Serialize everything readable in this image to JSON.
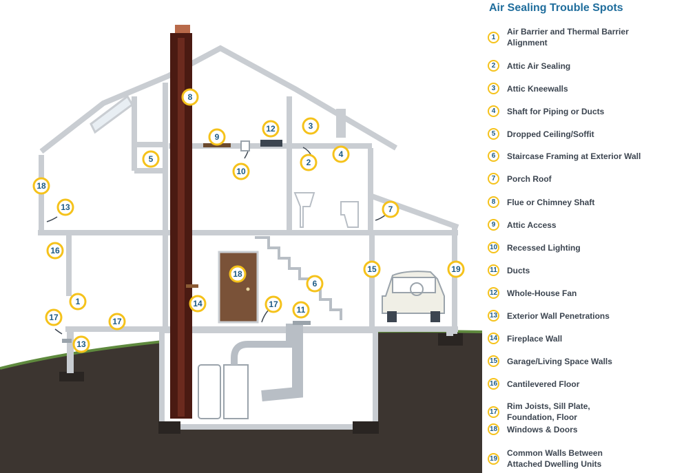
{
  "legend": {
    "title": "Air Sealing Trouble Spots",
    "items": [
      {
        "num": "1",
        "label": "Air Barrier and Thermal Barrier Alignment"
      },
      {
        "num": "2",
        "label": "Attic Air Sealing"
      },
      {
        "num": "3",
        "label": "Attic Kneewalls"
      },
      {
        "num": "4",
        "label": "Shaft for Piping or Ducts"
      },
      {
        "num": "5",
        "label": "Dropped Ceiling/Soffit"
      },
      {
        "num": "6",
        "label": "Staircase Framing at Exterior Wall"
      },
      {
        "num": "7",
        "label": "Porch Roof"
      },
      {
        "num": "8",
        "label": "Flue or Chimney Shaft"
      },
      {
        "num": "9",
        "label": "Attic Access"
      },
      {
        "num": "10",
        "label": "Recessed Lighting"
      },
      {
        "num": "11",
        "label": "Ducts"
      },
      {
        "num": "12",
        "label": "Whole-House Fan"
      },
      {
        "num": "13",
        "label": "Exterior Wall Penetrations"
      },
      {
        "num": "14",
        "label": "Fireplace Wall"
      },
      {
        "num": "15",
        "label": "Garage/Living Space Walls"
      },
      {
        "num": "16",
        "label": "Cantilevered Floor"
      },
      {
        "num": "17",
        "label": "Rim Joists, Sill Plate, Foundation, Floor"
      },
      {
        "num": "18",
        "label": "Windows & Doors"
      },
      {
        "num": "19",
        "label": "Common Walls Between Attached Dwelling Units"
      }
    ]
  },
  "callouts": [
    "8",
    "9",
    "12",
    "3",
    "5",
    "10",
    "2",
    "4",
    "18",
    "13",
    "7",
    "16",
    "18",
    "15",
    "19",
    "6",
    "1",
    "14",
    "17",
    "11",
    "17",
    "17",
    "13"
  ],
  "colors": {
    "wall": "#c9cdd2",
    "chimney": "#4a1a12",
    "ground": "#3c3530",
    "grass": "#5f8a3e",
    "badge_border": "#f5c21b",
    "badge_text": "#1c5a85",
    "title": "#1f6d9c"
  }
}
